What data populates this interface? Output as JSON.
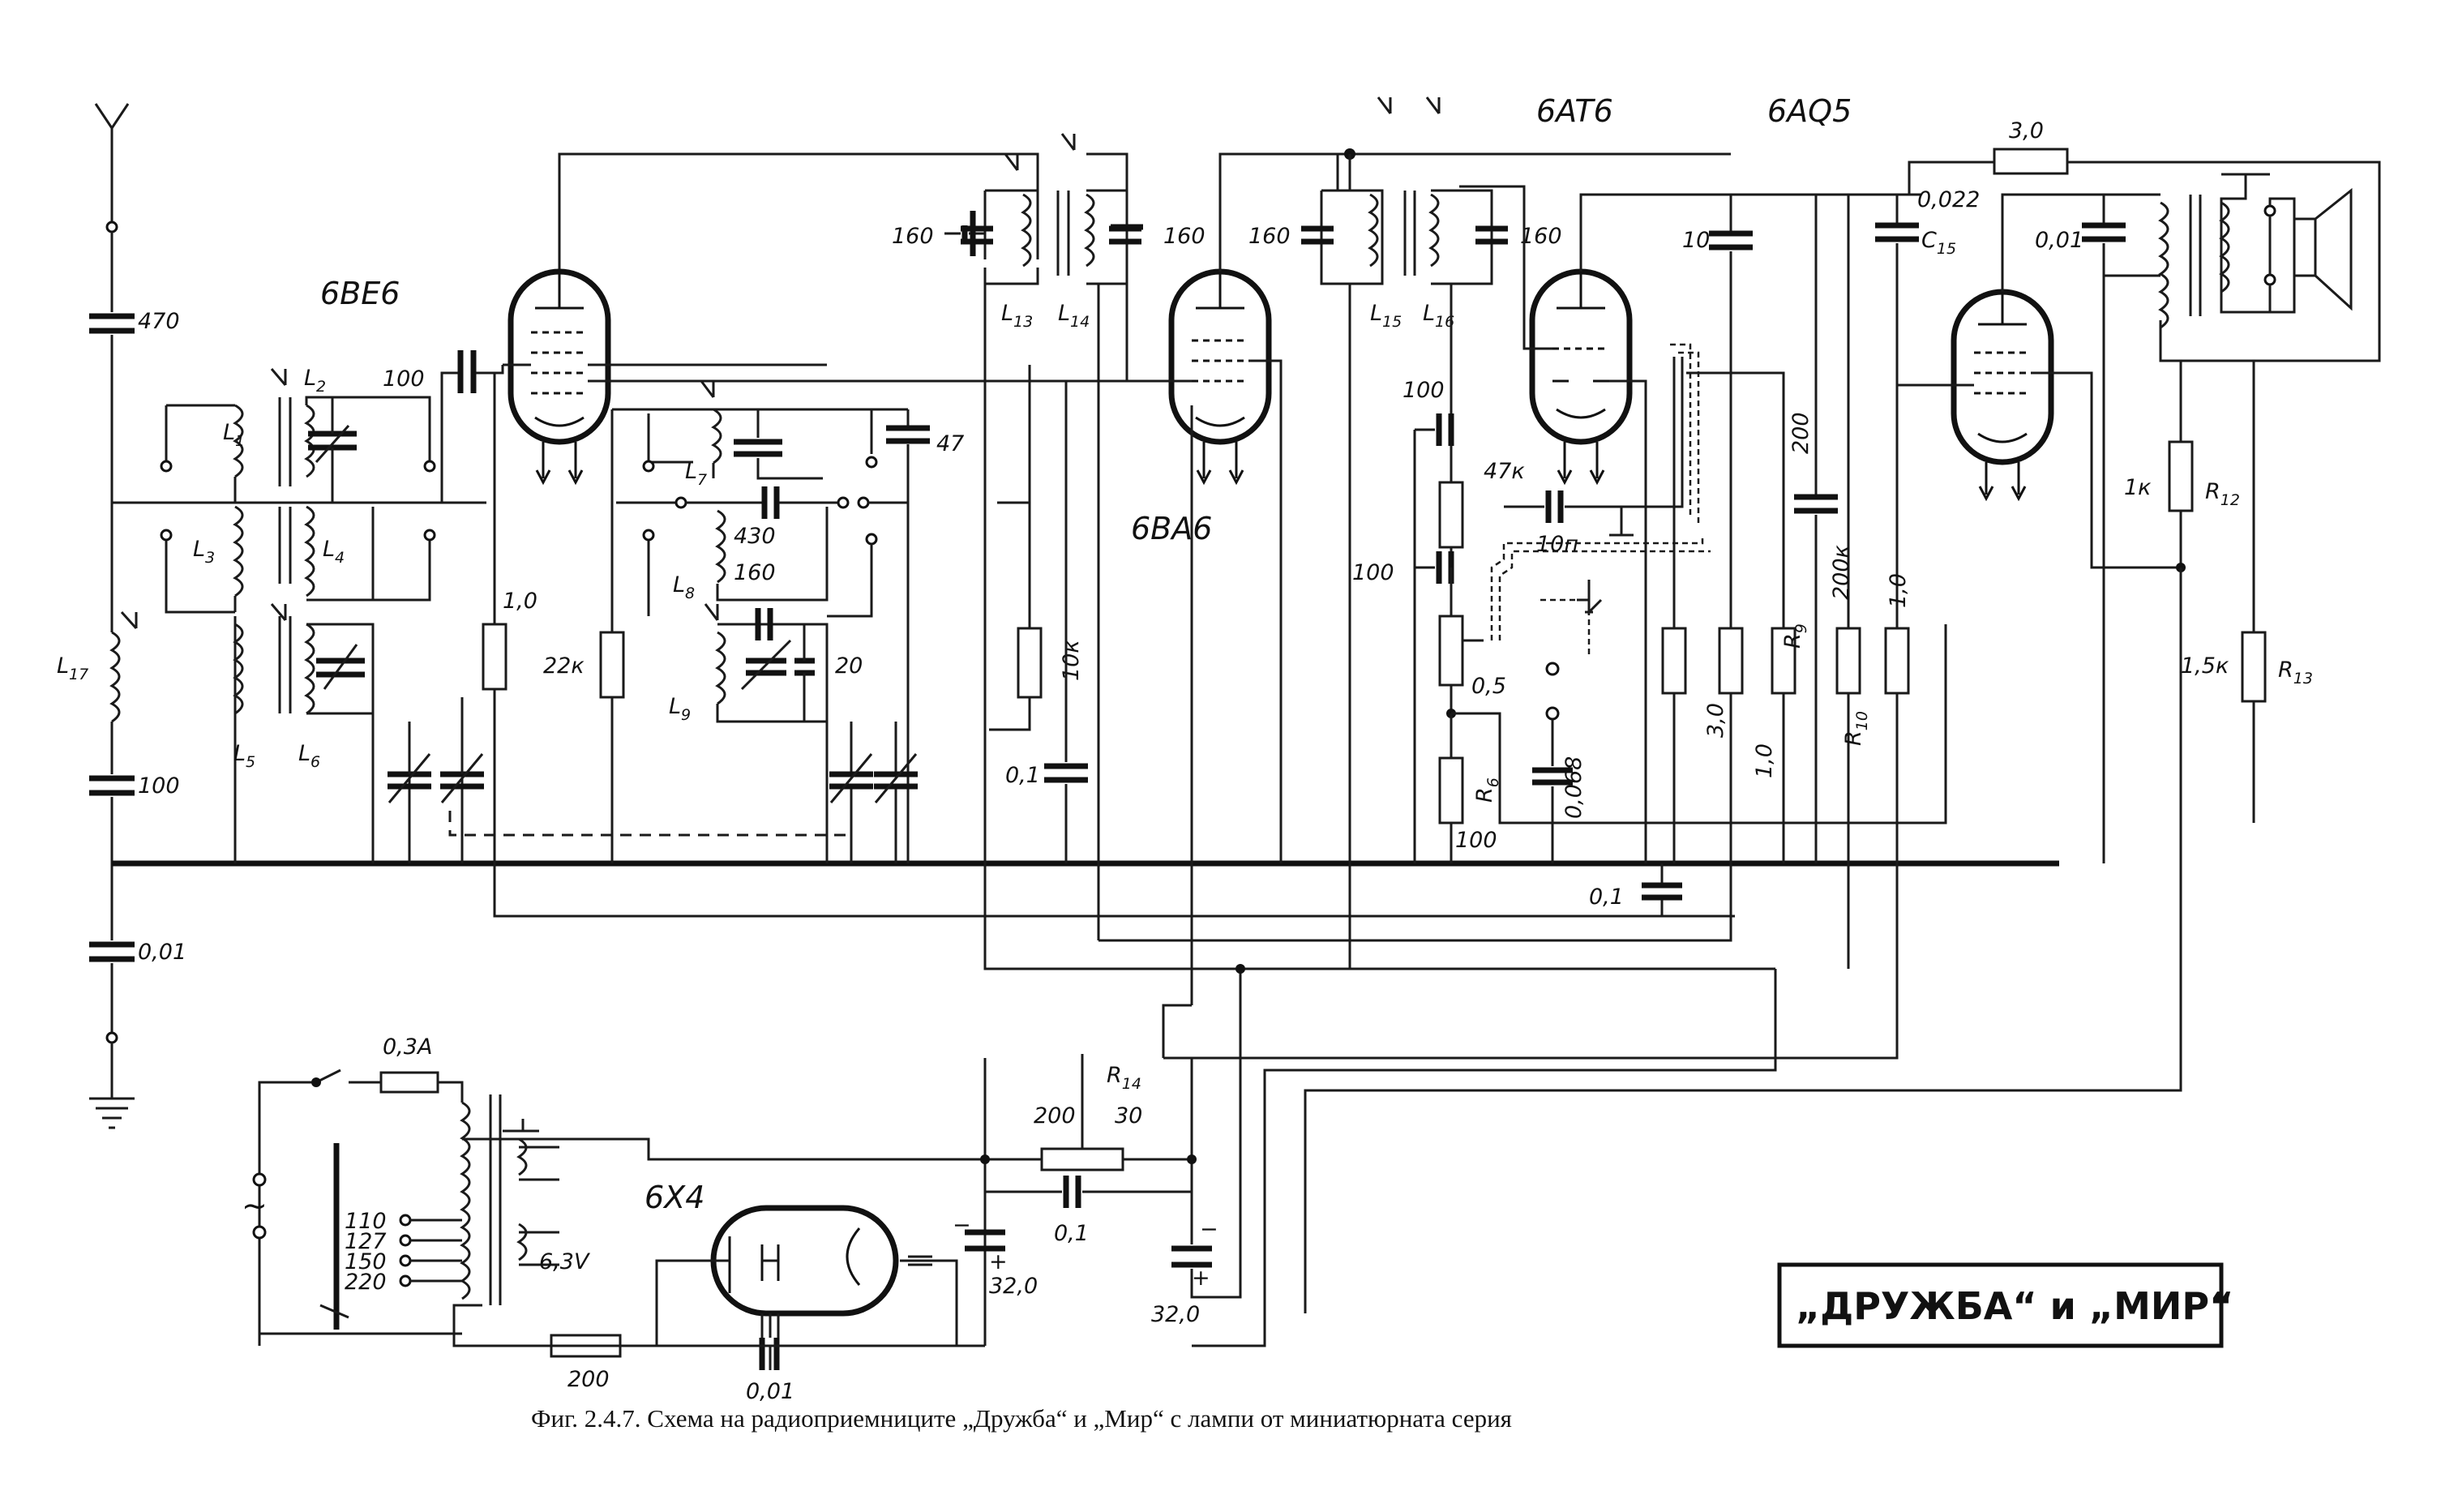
{
  "caption": "Фиг. 2.4.7. Схема на радиоприемниците „Дружба“ и „Мир“ с лампи от миниатюрната серия",
  "title_box": "„ДРУЖБА“ и „МИР“",
  "tubes": {
    "mixer": "6BE6",
    "if_amp": "6BA6",
    "detector": "6AT6",
    "output": "6AQ5",
    "rectifier": "6X4"
  },
  "antenna_section": {
    "c_470": "470",
    "c_100": "100",
    "c_001": "0,01",
    "l17": "L",
    "l17_sub": "17"
  },
  "input_coils": {
    "l1": "L",
    "l1_sub": "1",
    "l2": "L",
    "l2_sub": "2",
    "l3": "L",
    "l3_sub": "3",
    "l4": "L",
    "l4_sub": "4",
    "l5": "L",
    "l5_sub": "5",
    "l6": "L",
    "l6_sub": "6",
    "c_100_grid": "100",
    "r_1_0": "1,0"
  },
  "oscillator": {
    "l7": "L",
    "l7_sub": "7",
    "l8": "L",
    "l8_sub": "8",
    "l9": "L",
    "l9_sub": "9",
    "c_47": "47",
    "c_430": "430",
    "c_160": "160",
    "c_20": "20",
    "r_22k": "22к"
  },
  "if1": {
    "c_160_a": "160",
    "c_160_b": "160",
    "l13": "L",
    "l13_sub": "13",
    "l14": "L",
    "l14_sub": "14",
    "r_10k": "10к",
    "c_0_1": "0,1"
  },
  "if2": {
    "c_160_a": "160",
    "c_160_b": "160",
    "l15": "L",
    "l15_sub": "15",
    "l16": "L",
    "l16_sub": "16"
  },
  "detector": {
    "c_100_a": "100",
    "c_100_b": "100",
    "r_47k": "47к",
    "c_10p": "10п",
    "pot_0_5": "0,5",
    "r6": "R",
    "r6_sub": "6",
    "r6_val": "100",
    "c_0_068": "0,068",
    "r_3_0": "3,0",
    "r9_val": "1,0",
    "r9": "R",
    "r9_sub": "9",
    "c_10": "10",
    "c_0_1": "0,1"
  },
  "output_stage": {
    "c_200": "200",
    "r_200k": "200к",
    "r10": "R",
    "r10_sub": "10",
    "r_1_0": "1,0",
    "c15_val": "0,022",
    "c15": "C",
    "c15_sub": "15",
    "r_3_0": "3,0",
    "c_0_01": "0,01",
    "r12_val": "1к",
    "r12": "R",
    "r12_sub": "12",
    "r13_val": "1,5к",
    "r13": "R",
    "r13_sub": "13"
  },
  "power_supply": {
    "fuse": "0,3А",
    "mains": "~",
    "taps": [
      "110",
      "127",
      "150",
      "220"
    ],
    "heater": "6,3V",
    "r_200_in": "200",
    "c_0_01": "0,01",
    "r14": "R",
    "r14_sub": "14",
    "r14_a": "200",
    "r14_b": "30",
    "c_0_1": "0,1",
    "c1_val": "32,0",
    "c2_val": "32,0",
    "minus": "−",
    "plus": "+"
  }
}
